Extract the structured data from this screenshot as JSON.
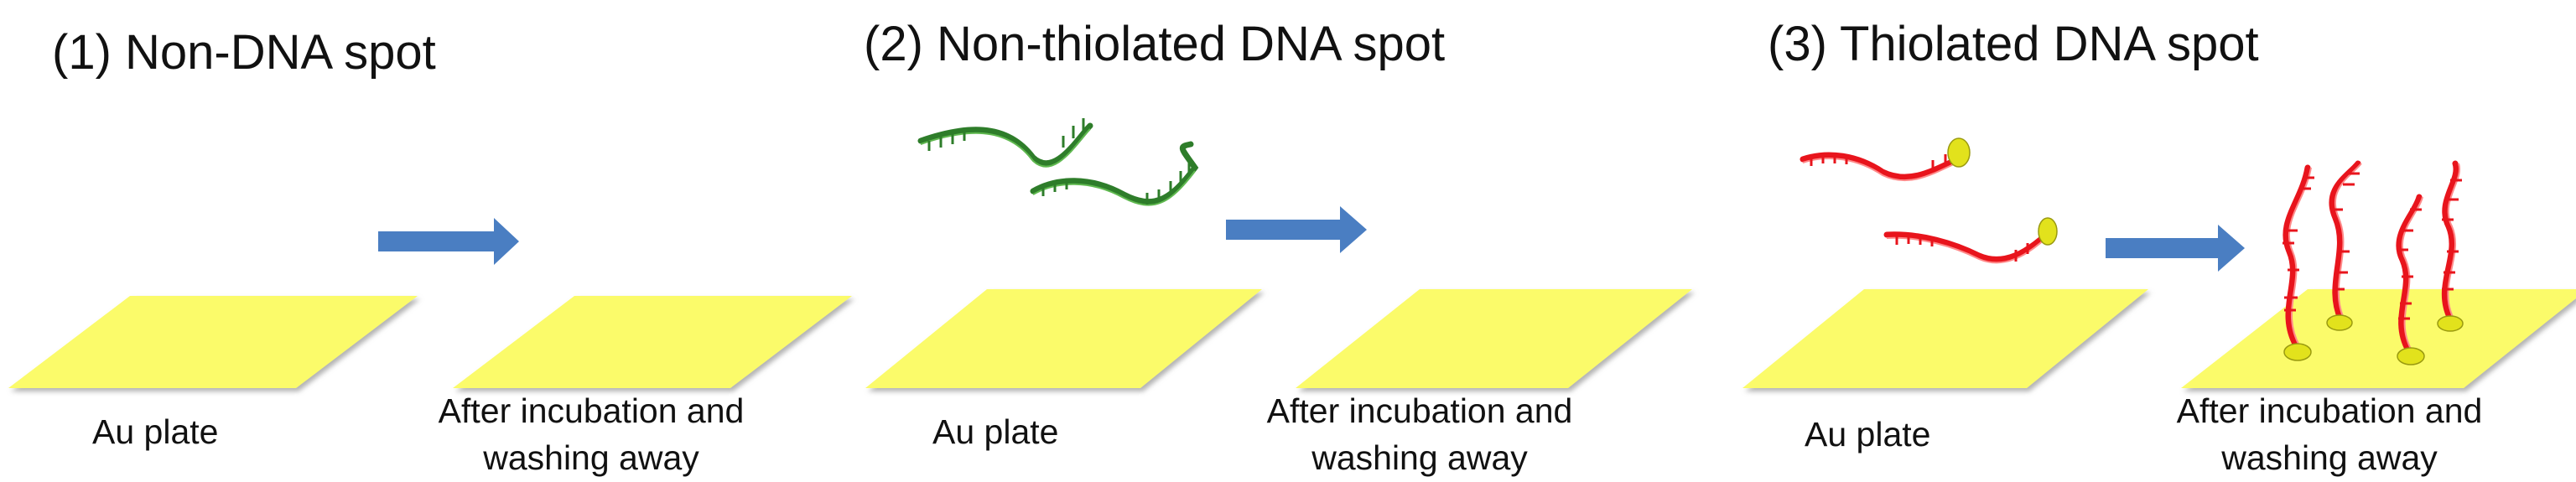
{
  "panels": [
    {
      "title": "(1) Non-DNA spot",
      "plate_label": "Au plate",
      "after_label_line1": "After incubation and",
      "after_label_line2": "washing away"
    },
    {
      "title": "(2) Non-thiolated DNA spot",
      "plate_label": "Au plate",
      "after_label_line1": "After incubation and",
      "after_label_line2": "washing away"
    },
    {
      "title": "(3) Thiolated DNA spot",
      "plate_label": "Au plate",
      "after_label_line1": "After incubation and",
      "after_label_line2": "washing away"
    }
  ],
  "colors": {
    "plate_fill": "#fbfb6a",
    "arrow_fill": "#4a7ec2",
    "dna_nonthiolated": "#2e7d2a",
    "dna_thiolated": "#e8141c",
    "thiol_end": "#e2e21c"
  },
  "icons": {
    "plate": "gold-plate-icon",
    "arrow": "right-arrow-icon",
    "dna": "dna-strand-icon",
    "thiol": "thiol-group-icon"
  }
}
